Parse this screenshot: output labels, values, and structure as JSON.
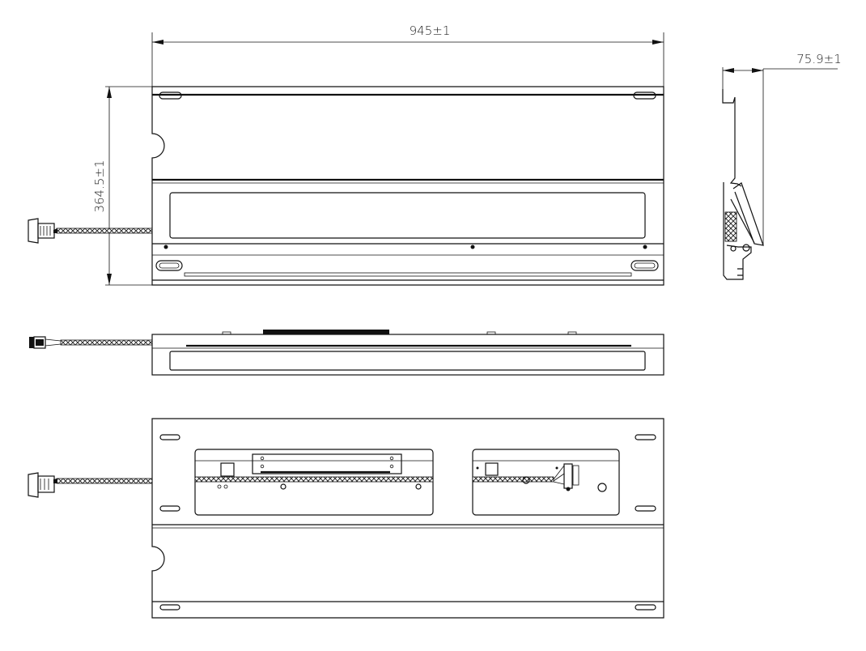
{
  "dimensions": {
    "width": "945±1",
    "height": "364.5±1",
    "depth": "75.9±1"
  },
  "views": [
    "front-view",
    "top-view",
    "rear-view",
    "side-profile"
  ]
}
